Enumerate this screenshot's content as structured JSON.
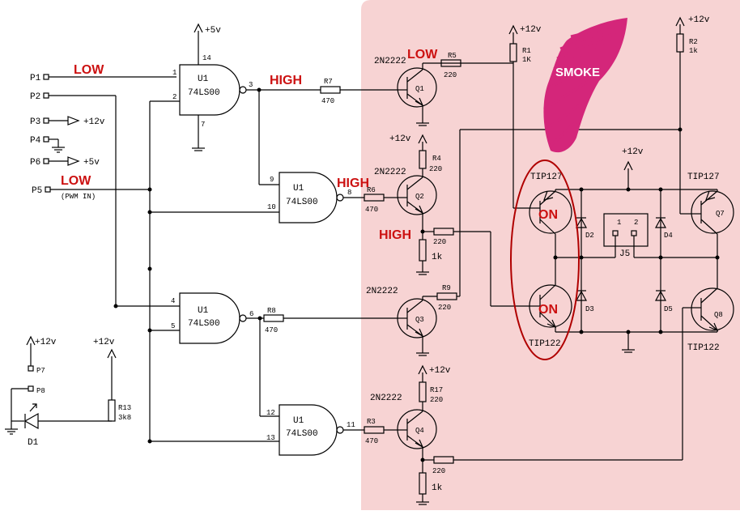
{
  "colors": {
    "highlight": "#f7d3d3",
    "state_label": "#cc1111",
    "smoke": "#d4267a",
    "smoke_text": "#ffffff",
    "ring": "#b00000"
  },
  "pins": {
    "p1": "P1",
    "p2": "P2",
    "p3": "P3",
    "p4": "P4",
    "p6": "P6",
    "p5": "P5",
    "p7": "P7",
    "p8": "P8",
    "p5_note": "(PWM IN)",
    "p3_supply": "+12v",
    "p6_supply": "+5v"
  },
  "state_labels": {
    "p1": "LOW",
    "p5": "LOW",
    "gate1_out": "HIGH",
    "gate2_out": "HIGH",
    "q1_coll": "LOW",
    "q2_emit": "HIGH"
  },
  "smoke_label": "SMOKE",
  "gates": [
    {
      "ref": "U1",
      "part": "74LS00",
      "in_a": "1",
      "in_b": "2",
      "out": "3",
      "vcc": "14",
      "gnd": "7",
      "supply": "+5v"
    },
    {
      "ref": "U1",
      "part": "74LS00",
      "in_a": "9",
      "in_b": "10",
      "out": "8"
    },
    {
      "ref": "U1",
      "part": "74LS00",
      "in_a": "4",
      "in_b": "5",
      "out": "6"
    },
    {
      "ref": "U1",
      "part": "74LS00",
      "in_a": "12",
      "in_b": "13",
      "out": "11"
    }
  ],
  "transistors": {
    "q1": {
      "name": "Q1",
      "type": "2N2222"
    },
    "q2": {
      "name": "Q2",
      "type": "2N2222"
    },
    "q3": {
      "name": "Q3",
      "type": "2N2222"
    },
    "q4": {
      "name": "Q4",
      "type": "2N2222"
    },
    "q_tl": {
      "type": "TIP127",
      "state": "ON"
    },
    "q_bl": {
      "type": "TIP122",
      "state": "ON"
    },
    "q7": {
      "name": "Q7",
      "type": "TIP127"
    },
    "q8": {
      "name": "Q8",
      "type": "TIP122"
    }
  },
  "resistors": {
    "r7": {
      "name": "R7",
      "value": "470"
    },
    "r6": {
      "name": "R6",
      "value": "470"
    },
    "r8": {
      "name": "R8",
      "value": "470"
    },
    "r3": {
      "name": "R3",
      "value": "470"
    },
    "r5": {
      "name": "R5",
      "value": "220"
    },
    "r1": {
      "name": "R1",
      "value": "1K"
    },
    "r2": {
      "name": "R2",
      "value": "1k"
    },
    "r4": {
      "name": "R4",
      "value": "220"
    },
    "r9": {
      "name": "R9",
      "value": "220"
    },
    "r17": {
      "name": "R17",
      "value": "220"
    },
    "r13": {
      "name": "R13",
      "value": "3k8"
    },
    "r_q2e": {
      "value": "1k"
    },
    "r_q2b": {
      "value": "220"
    },
    "r_q4e": {
      "value": "1k"
    },
    "r_q4b": {
      "value": "220"
    }
  },
  "diodes": {
    "d1": "D1",
    "d2": "D2",
    "d3": "D3",
    "d4": "D4",
    "d5": "D5"
  },
  "connector": {
    "name": "J5",
    "pin1": "1",
    "pin2": "2"
  },
  "supplies": {
    "plus12": "+12v"
  }
}
